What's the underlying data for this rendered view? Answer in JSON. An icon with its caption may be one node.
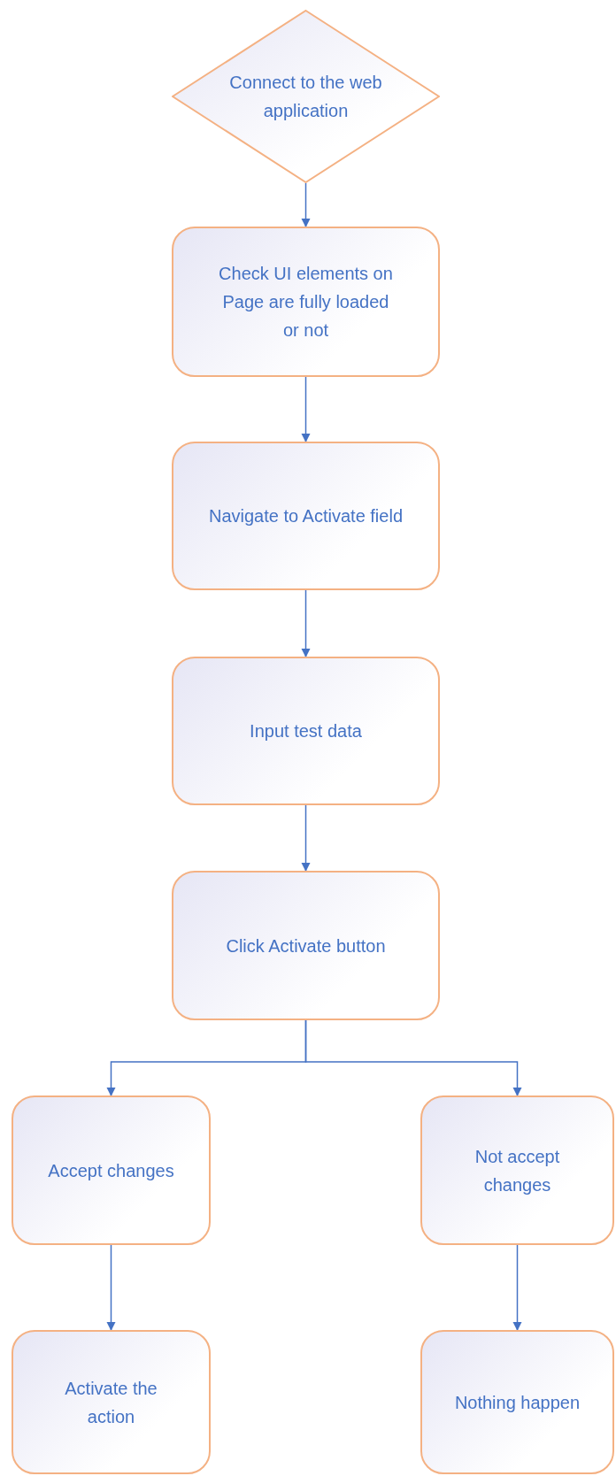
{
  "diagram": {
    "nodes": [
      {
        "text": [
          "Connect to the web application"
        ]
      },
      {
        "text": [
          "Check UI elements on Page are fully loaded or not"
        ]
      },
      {
        "text": [
          "Navigate to Activate field"
        ]
      },
      {
        "text": [
          "Input test data"
        ]
      },
      {
        "text": [
          "Click Activate button"
        ]
      },
      {
        "text": [
          "Accept changes"
        ]
      },
      {
        "text": [
          "Not accept changes"
        ]
      },
      {
        "text": [
          "Activate the action"
        ]
      },
      {
        "text": [
          "Nothing happen"
        ]
      }
    ],
    "edges": [
      {
        "from": 0,
        "to": 1,
        "arrow": "to"
      },
      {
        "from": 1,
        "to": 2,
        "arrow": "to"
      },
      {
        "from": 2,
        "to": 3,
        "arrow": "to"
      },
      {
        "from": 3,
        "to": 4,
        "arrow": "to"
      },
      {
        "from": 4,
        "to": 5,
        "arrow": "to"
      },
      {
        "from": 4,
        "to": 6,
        "arrow": "to"
      },
      {
        "from": 5,
        "to": 7,
        "arrow": "to"
      },
      {
        "from": 6,
        "to": 8,
        "arrow": "to"
      }
    ]
  }
}
